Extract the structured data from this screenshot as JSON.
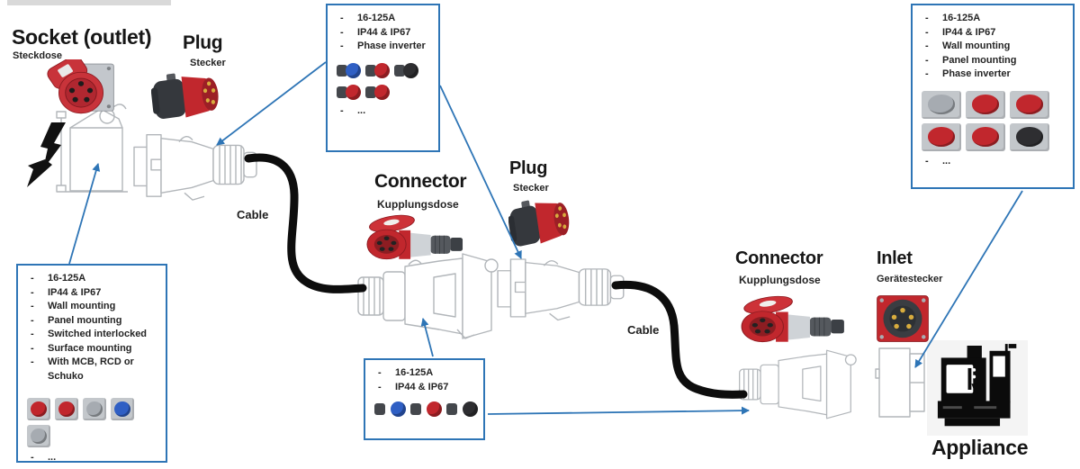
{
  "colors": {
    "accent": "#2E75B6",
    "device_red": "#C1272D",
    "ink": "#1B1B1B"
  },
  "nodes": {
    "socket": {
      "title": "Socket (outlet)",
      "subtitle": "Steckdose"
    },
    "plug1": {
      "title": "Plug",
      "subtitle": "Stecker"
    },
    "cable1": {
      "label": "Cable"
    },
    "connector1": {
      "title": "Connector",
      "subtitle": "Kupplungsdose"
    },
    "plug2": {
      "title": "Plug",
      "subtitle": "Stecker"
    },
    "cable2": {
      "label": "Cable"
    },
    "connector2": {
      "title": "Connector",
      "subtitle": "Kupplungsdose"
    },
    "inlet": {
      "title": "Inlet",
      "subtitle": "Gerätestecker"
    },
    "appliance": {
      "title": "Appliance"
    }
  },
  "callouts": {
    "plug_box": {
      "items": [
        "16-125A",
        "IP44 & IP67",
        "Phase inverter"
      ],
      "more": "...",
      "thumbnails": [
        "blue-plug",
        "red-plug",
        "black-plug",
        "red-plug",
        "red-connector"
      ]
    },
    "socket_box": {
      "items": [
        "16-125A",
        "IP44 & IP67",
        "Wall mounting",
        "Panel mounting",
        "Switched interlocked",
        "Surface mounting",
        "With MCB, RCD or Schuko"
      ],
      "more": "...",
      "thumbnails": [
        "red-wall-socket",
        "red-angled-socket",
        "grey-switched-socket",
        "blue-socket-combo",
        "grey-interlocked-socket"
      ]
    },
    "connector_box": {
      "items": [
        "16-125A",
        "IP44 & IP67"
      ],
      "thumbnails": [
        "blue-connector",
        "red-connector",
        "black-connector"
      ]
    },
    "inlet_box": {
      "items": [
        "16-125A",
        "IP44 & IP67",
        "Wall mounting",
        "Panel mounting",
        "Phase inverter"
      ],
      "more": "...",
      "thumbnails": [
        "grey-angled-inlet",
        "red-panel-inlet",
        "red-round-inlet",
        "red-round-inlet",
        "red-panel-inlet",
        "black-angled-inlet"
      ]
    }
  }
}
